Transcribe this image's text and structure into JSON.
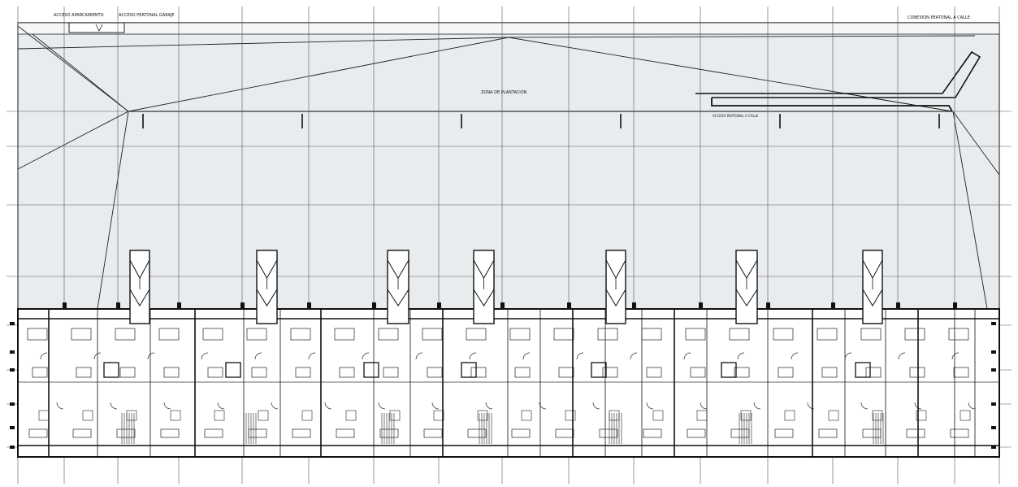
{
  "labels": {
    "access_parking": "ACCESO APARCAMIENTO",
    "access_pedestrian_garage": "ACCESO PEATONAL GARAJE",
    "pedestrian_connection_street": "CONEXION PEATONAL A CALLE",
    "planting_zone": "ZONA DE PLANTACION",
    "pedestrian_access_street": "ACCESO PEATONAL A CALLE"
  },
  "colors": {
    "background": "#ffffff",
    "courtyard_fill": "#e9ecee",
    "line": "#222222",
    "grid": "#555555"
  },
  "icons": {
    "stair_tower": "triangle-stair-tower-icon",
    "column": "column-marker-icon"
  }
}
